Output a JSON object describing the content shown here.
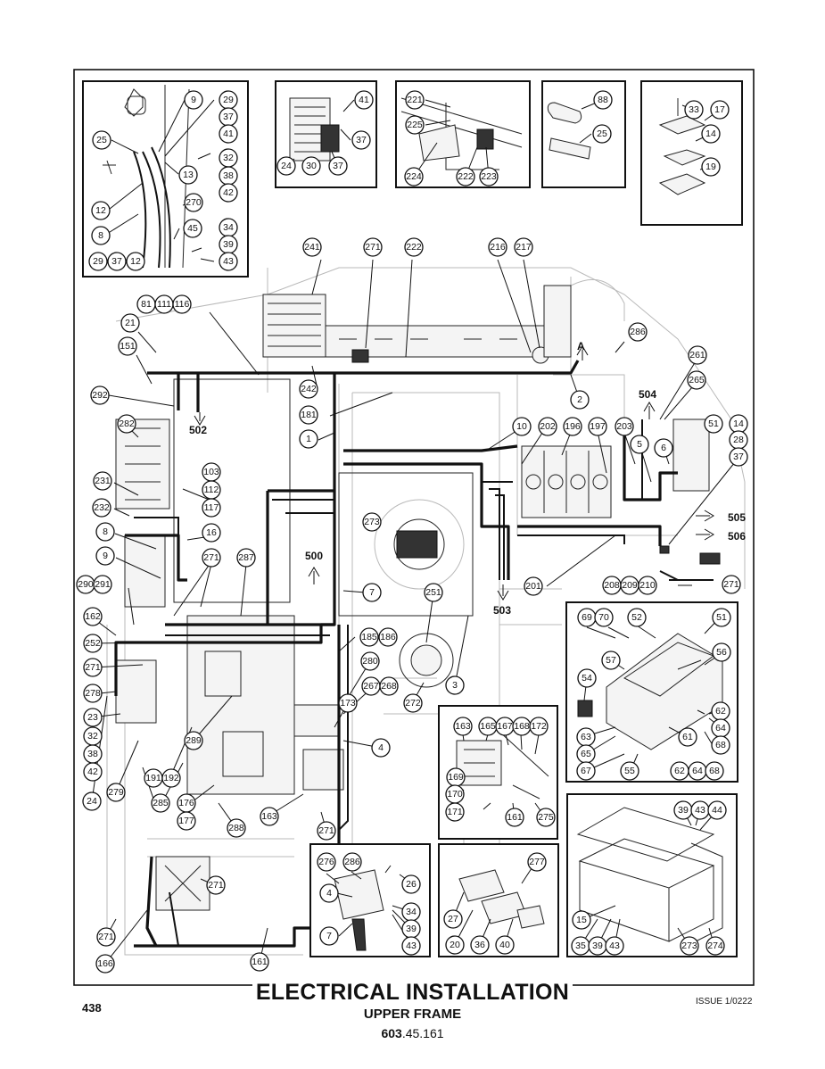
{
  "title": "ELECTRICAL INSTALLATION",
  "subtitle": "UPPER FRAME",
  "part_number_bold": "603",
  "part_number_rest": ".45.161",
  "page_number": "438",
  "issue": "ISSUE 1/0222",
  "arrow_labels": {
    "a": "A",
    "t500": "500",
    "t502": "502",
    "t503": "503",
    "t504": "504",
    "t505": "505",
    "t506": "506"
  },
  "callouts": {
    "c1": "1",
    "c2": "2",
    "c3": "3",
    "c4": "4",
    "c5": "5",
    "c6": "6",
    "c7": "7",
    "c8": "8",
    "c9": "9",
    "c10": "10",
    "c12": "12",
    "c13": "13",
    "c14": "14",
    "c15": "15",
    "c16": "16",
    "c17": "17",
    "c19": "19",
    "c20": "20",
    "c21": "21",
    "c23": "23",
    "c24": "24",
    "c25": "25",
    "c26": "26",
    "c27": "27",
    "c28": "28",
    "c29": "29",
    "c30": "30",
    "c32": "32",
    "c33": "33",
    "c34": "34",
    "c35": "35",
    "c36": "36",
    "c37": "37",
    "c38": "38",
    "c39": "39",
    "c40": "40",
    "c41": "41",
    "c42": "42",
    "c43": "43",
    "c44": "44",
    "c45": "45",
    "c51": "51",
    "c52": "52",
    "c54": "54",
    "c55": "55",
    "c56": "56",
    "c57": "57",
    "c61": "61",
    "c62": "62",
    "c63": "63",
    "c64": "64",
    "c65": "65",
    "c67": "67",
    "c68": "68",
    "c69": "69",
    "c70": "70",
    "c81": "81",
    "c88": "88",
    "c103": "103",
    "c111": "111",
    "c112": "112",
    "c116": "116",
    "c117": "117",
    "c151": "151",
    "c161": "161",
    "c162": "162",
    "c163": "163",
    "c165": "165",
    "c166": "166",
    "c167": "167",
    "c168": "168",
    "c169": "169",
    "c170": "170",
    "c171": "171",
    "c172": "172",
    "c173": "173",
    "c176": "176",
    "c177": "177",
    "c181": "181",
    "c185": "185",
    "c186": "186",
    "c191": "191",
    "c192": "192",
    "c196": "196",
    "c197": "197",
    "c201": "201",
    "c202": "202",
    "c203": "203",
    "c208": "208",
    "c209": "209",
    "c210": "210",
    "c216": "216",
    "c217": "217",
    "c221": "221",
    "c222": "222",
    "c223": "223",
    "c224": "224",
    "c225": "225",
    "c231": "231",
    "c232": "232",
    "c241": "241",
    "c242": "242",
    "c251": "251",
    "c252": "252",
    "c261": "261",
    "c265": "265",
    "c267": "267",
    "c268": "268",
    "c270": "270",
    "c271": "271",
    "c272": "272",
    "c273": "273",
    "c274": "274",
    "c275": "275",
    "c276": "276",
    "c277": "277",
    "c278": "278",
    "c279": "279",
    "c280": "280",
    "c282": "282",
    "c285": "285",
    "c286": "286",
    "c287": "287",
    "c288": "288",
    "c289": "289",
    "c290": "290",
    "c291": "291",
    "c292": "292"
  }
}
